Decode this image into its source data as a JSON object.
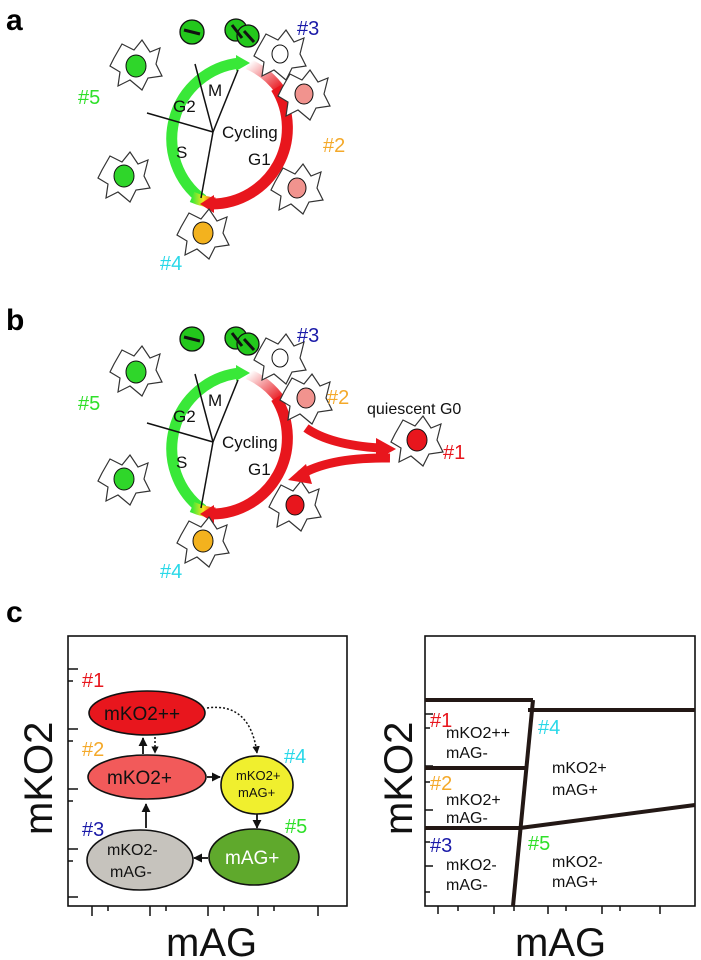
{
  "panel_a": {
    "letter": "a",
    "phase_m": "M",
    "phase_g2": "G2",
    "phase_s": "S",
    "phase_cycling": "Cycling",
    "phase_g1": "G1",
    "stage_3": "#3",
    "stage_5": "#5",
    "stage_2": "#2",
    "stage_4": "#4"
  },
  "panel_b": {
    "letter": "b",
    "phase_m": "M",
    "phase_g2": "G2",
    "phase_s": "S",
    "phase_cycling": "Cycling",
    "phase_g1": "G1",
    "stage_3": "#3",
    "stage_5": "#5",
    "stage_2": "#2",
    "stage_4": "#4",
    "stage_1": "#1",
    "quiescent": "quiescent G0"
  },
  "panel_c": {
    "letter": "c",
    "left": {
      "ylabel": "mKO2",
      "xlabel": "mAG",
      "stage_1": "#1",
      "stage_2": "#2",
      "stage_3": "#3",
      "stage_4": "#4",
      "stage_5": "#5",
      "node_1": "mKO2++",
      "node_2": "mKO2+",
      "node_3_a": "mKO2-",
      "node_3_b": "mAG-",
      "node_4_a": "mKO2+",
      "node_4_b": "mAG+",
      "node_5": "mAG+"
    },
    "right": {
      "ylabel": "mKO2",
      "xlabel": "mAG",
      "stage_1": "#1",
      "stage_2": "#2",
      "stage_3": "#3",
      "stage_4": "#4",
      "stage_5": "#5",
      "gate_1_a": "mKO2++",
      "gate_1_b": "mAG-",
      "gate_2_a": "mKO2+",
      "gate_2_b": "mAG-",
      "gate_3_a": "mKO2-",
      "gate_3_b": "mAG-",
      "gate_4_a": "mKO2+",
      "gate_4_b": "mAG+",
      "gate_5_a": "mKO2-",
      "gate_5_b": "mAG+"
    }
  },
  "colors": {
    "stage_1": "#e8161d",
    "stage_2": "#f4a92a",
    "stage_3": "#1a1aa8",
    "stage_4": "#29d8e8",
    "stage_5": "#2fe02a",
    "red": "#e8161d",
    "green": "#39e838"
  }
}
